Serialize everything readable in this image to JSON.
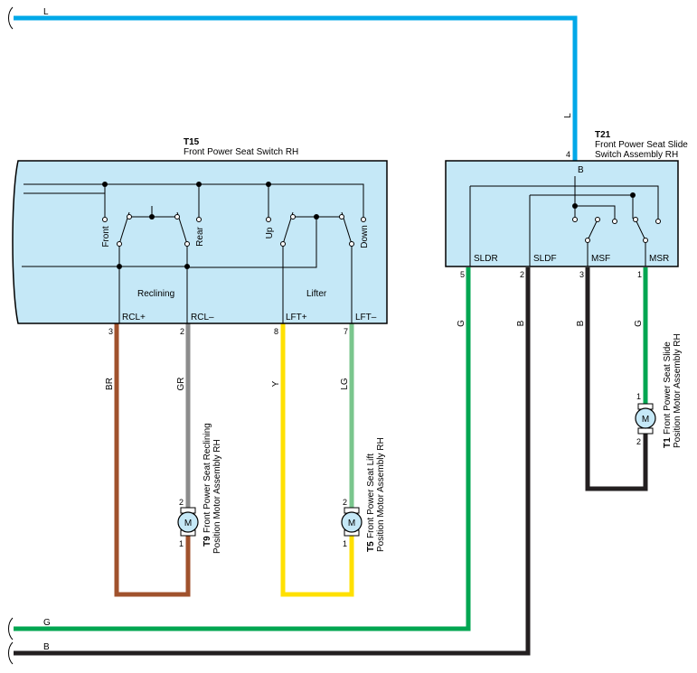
{
  "colors": {
    "L": "#00a8e8",
    "G": "#00a651",
    "B": "#231f20",
    "BR": "#a0522d",
    "GR": "#8c8c8c",
    "Y": "#ffe000",
    "LG": "#7ac68d",
    "box_fill": "#c5e8f7"
  },
  "wires": {
    "top": "L",
    "bottom_g": "G",
    "bottom_b": "B",
    "slide_feed": "L",
    "sldr": "G",
    "sldf": "B",
    "msf": "B",
    "msr": "G",
    "rcl_plus": "BR",
    "rcl_minus": "GR",
    "lft_plus": "Y",
    "lft_minus": "LG"
  },
  "t15": {
    "code": "T15",
    "name": "Front Power Seat Switch RH",
    "front": "Front",
    "rear": "Rear",
    "up": "Up",
    "down": "Down",
    "reclining": "Reclining",
    "lifter": "Lifter",
    "rcl_plus": "RCL+",
    "rcl_minus": "RCL–",
    "lft_plus": "LFT+",
    "lft_minus": "LFT–",
    "pin_rcl_plus": "3",
    "pin_rcl_minus": "2",
    "pin_lft_plus": "8",
    "pin_lft_minus": "7"
  },
  "t21": {
    "code": "T21",
    "name_line1": "Front Power Seat Slide",
    "name_line2": "Switch Assembly RH",
    "b": "B",
    "pin_b": "4",
    "sldr": "SLDR",
    "sldf": "SLDF",
    "msf": "MSF",
    "msr": "MSR",
    "pin_sldr": "5",
    "pin_sldf": "2",
    "pin_msf": "3",
    "pin_msr": "1"
  },
  "t9": {
    "code": "T9",
    "name_line1": "Front Power Seat Reclining",
    "name_line2": "Position Motor Assembly RH",
    "motor": "M",
    "pin_top": "2",
    "pin_bottom": "1"
  },
  "t5": {
    "code": "T5",
    "name_line1": "Front Power Seat Lift",
    "name_line2": "Position Motor Assembly RH",
    "motor": "M",
    "pin_top": "2",
    "pin_bottom": "1"
  },
  "t1": {
    "code": "T1",
    "name_line1": "Front Power Seat Slide",
    "name_line2": "Position Motor Assembly RH",
    "motor": "M",
    "pin_top": "1",
    "pin_bottom": "2"
  }
}
